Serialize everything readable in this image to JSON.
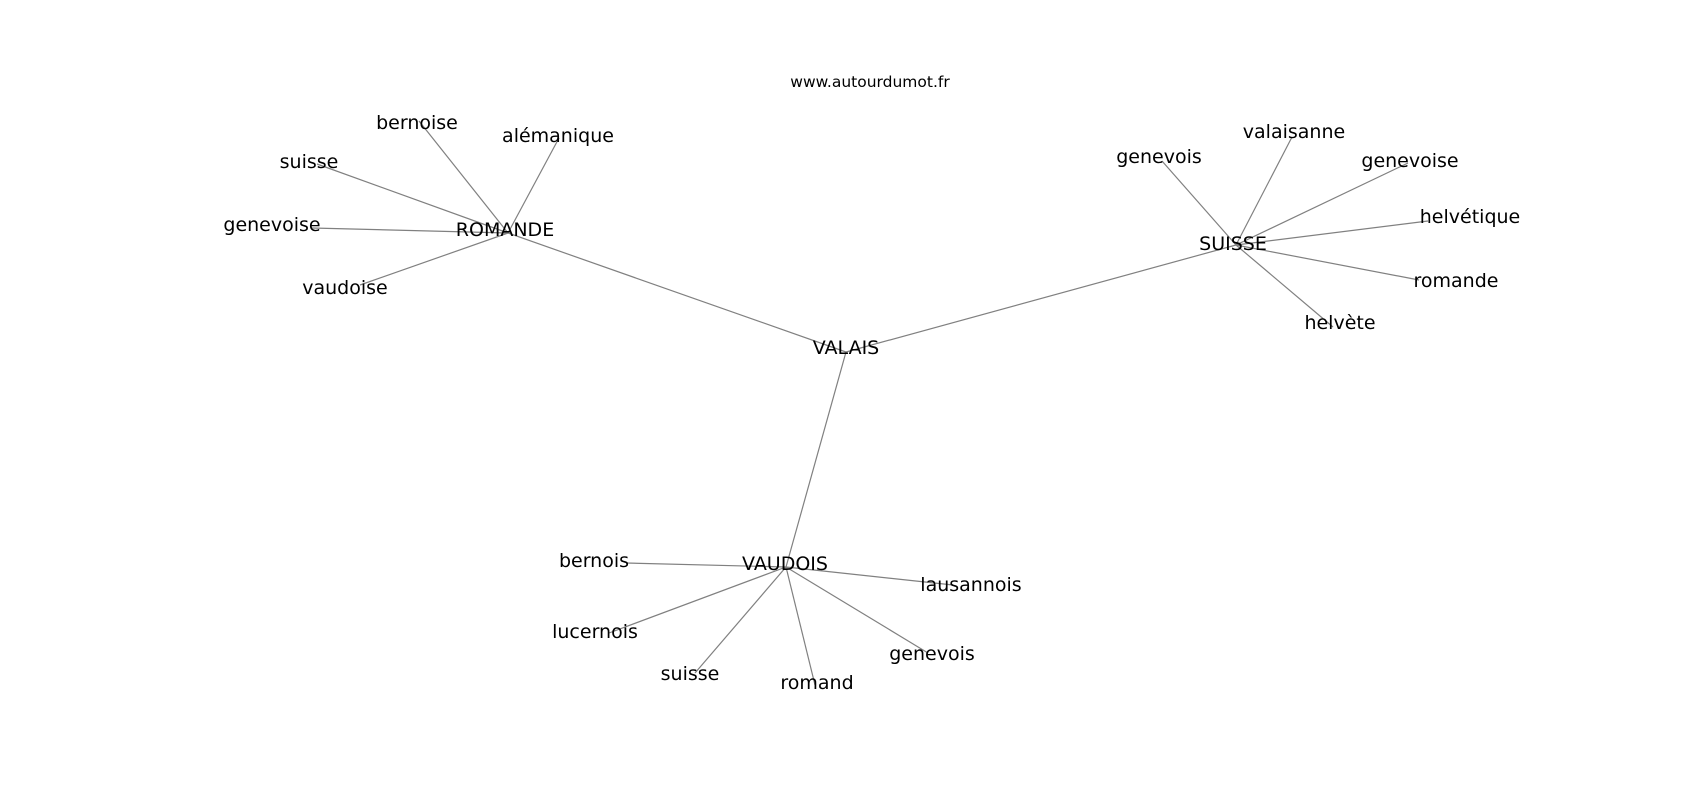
{
  "site": "www.autourdumot.fr",
  "center": {
    "id": "valais",
    "label": "VALAIS"
  },
  "clusters": [
    {
      "id": "romande",
      "label": "ROMANDE",
      "words": [
        {
          "id": "romande-bernoise",
          "label": "bernoise"
        },
        {
          "id": "romande-alemanique",
          "label": "alémanique"
        },
        {
          "id": "romande-suisse",
          "label": "suisse"
        },
        {
          "id": "romande-genevoise",
          "label": "genevoise"
        },
        {
          "id": "romande-vaudoise",
          "label": "vaudoise"
        }
      ]
    },
    {
      "id": "suisse",
      "label": "SUISSE",
      "words": [
        {
          "id": "suisse-genevois",
          "label": "genevois"
        },
        {
          "id": "suisse-valaisanne",
          "label": "valaisanne"
        },
        {
          "id": "suisse-genevoise",
          "label": "genevoise"
        },
        {
          "id": "suisse-helvetique",
          "label": "helvétique"
        },
        {
          "id": "suisse-romande",
          "label": "romande"
        },
        {
          "id": "suisse-helvete",
          "label": "helvète"
        }
      ]
    },
    {
      "id": "vaudois",
      "label": "VAUDOIS",
      "words": [
        {
          "id": "vaudois-bernois",
          "label": "bernois"
        },
        {
          "id": "vaudois-lausannois",
          "label": "lausannois"
        },
        {
          "id": "vaudois-lucernois",
          "label": "lucernois"
        },
        {
          "id": "vaudois-genevois",
          "label": "genevois"
        },
        {
          "id": "vaudois-suisse",
          "label": "suisse"
        },
        {
          "id": "vaudois-romand",
          "label": "romand"
        }
      ]
    }
  ]
}
